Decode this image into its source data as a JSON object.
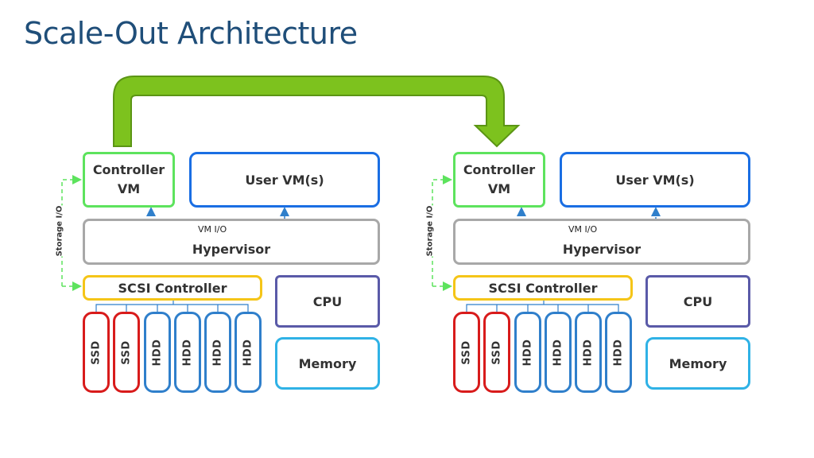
{
  "title": "Scale-Out Architecture",
  "nodes": [
    {
      "controller_vm": "Controller\nVM",
      "user_vm": "User VM(s)",
      "vm_io": "VM I/O",
      "hypervisor": "Hypervisor",
      "storage_io": "Storage I/O",
      "scsi_controller": "SCSI Controller",
      "cpu": "CPU",
      "memory": "Memory",
      "disks": [
        "SSD",
        "SSD",
        "HDD",
        "HDD",
        "HDD",
        "HDD"
      ]
    },
    {
      "controller_vm": "Controller\nVM",
      "user_vm": "User VM(s)",
      "vm_io": "VM I/O",
      "hypervisor": "Hypervisor",
      "storage_io": "Storage I/O",
      "scsi_controller": "SCSI Controller",
      "cpu": "CPU",
      "memory": "Memory",
      "disks": [
        "SSD",
        "SSD",
        "HDD",
        "HDD",
        "HDD",
        "HDD"
      ]
    }
  ],
  "colors": {
    "title": "#1f4e79",
    "controller": "#5de35d",
    "user_vm": "#1a6ee3",
    "hypervisor": "#a8a8a8",
    "scsi": "#f5c518",
    "cpu": "#5a5aa8",
    "memory": "#2fb2e6",
    "ssd": "#d81b1b",
    "hdd": "#2f7fcb",
    "arrow": "#7dc21e"
  }
}
